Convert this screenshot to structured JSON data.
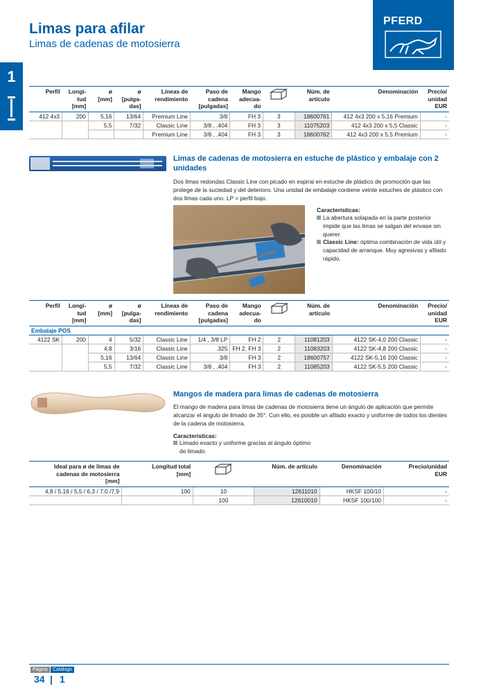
{
  "header": {
    "title": "Limas para afilar",
    "subtitle": "Limas de cadenas de motosierra",
    "logo_text": "PFERD"
  },
  "side_tab": {
    "number": "1"
  },
  "table1": {
    "headers": [
      "Perfil",
      "Longi-\ntud\n[mm]",
      "ø\n[mm]",
      "ø\n[pulga-\ndas]",
      "Líneas de\nrendimiento",
      "Paso de\ncadena\n[pulgadas]",
      "Mango\nadecua-\ndo",
      "",
      "Núm. de\nartículo",
      "Denominación",
      "Precio/\nunidad\nEUR"
    ],
    "rows": [
      [
        "412 4x3",
        "200",
        "5,16",
        "13/64",
        "Premium Line",
        "3/8",
        "FH 3",
        "3",
        "18600761",
        "412 4x3 200 x 5,16 Premium",
        "-"
      ],
      [
        "",
        "",
        "5,5",
        "7/32",
        "Classic Line",
        "3/8 , .404",
        "FH 3",
        "3",
        "11075203",
        "412 4x3 200 x 5,5 Classic",
        "-"
      ],
      [
        "",
        "",
        "",
        "",
        "Premium Line",
        "3/8 , .404",
        "FH 3",
        "3",
        "18600762",
        "412 4x3 200 x 5,5 Premium",
        "-"
      ]
    ]
  },
  "section1": {
    "title": "Limas de cadenas de motosierra en estuche de plástico y embalaje con 2 unidades",
    "body": "Dos limas redondas Classic Line con picado en espiral en estuche de plástico de promoción que las protege de la suciedad y del deterioro. Una unidad de embalaje contiene veinte estuches de plástico con dos limas cada uno. LP = perfil bajo.",
    "features_heading": "Características:",
    "feature1": "La abertura solapada en la parte posterior impide que las limas se salgan del envase sin querer.",
    "feature2_bold": "Classic Line:",
    "feature2": " óptima combinación de vida útil y capacidad de arranque. Muy agresivas y afilado rápido."
  },
  "table2": {
    "headers": [
      "Perfil",
      "Longi-\ntud\n[mm]",
      "ø\n[mm]",
      "ø\n[pulga-\ndas]",
      "Líneas de\nrendimiento",
      "Paso de\ncadena\n[pulgadas]",
      "Mango\nadecua-\ndo",
      "",
      "Núm. de\nartículo",
      "Denominación",
      "Precio/\nunidad\nEUR"
    ],
    "group": "Embalaje POS",
    "rows": [
      [
        "4122 SK",
        "200",
        "4",
        "5/32",
        "Classic Line",
        "1/4 , 3/8 LP",
        "FH 2",
        "2",
        "11081203",
        "4122 SK-4,0 200 Classic",
        "-"
      ],
      [
        "",
        "",
        "4,8",
        "3/16",
        "Classic Line",
        ".325",
        "FH 2, FH 3",
        "2",
        "11083203",
        "4122 SK-4,8 200 Classic",
        "-"
      ],
      [
        "",
        "",
        "5,16",
        "13/64",
        "Classic Line",
        "3/8",
        "FH 3",
        "2",
        "18600757",
        "4122 SK-5,16 200 Classic",
        "-"
      ],
      [
        "",
        "",
        "5,5",
        "7/32",
        "Classic Line",
        "3/8 , .404",
        "FH 3",
        "2",
        "11085203",
        "4122 SK-5,5 200 Classic",
        "-"
      ]
    ]
  },
  "section2": {
    "title": "Mangos de madera para limas de cadenas de motosierra",
    "body": "El mango de madera para limas de cadenas de motosierra tiene un ángulo de aplicación que permite alcanzar el ángulo de limado de 35°. Con ello, es posible un afilado exacto y uniforme de todos los dientes de la cadena de motosierra.",
    "features_heading": "Características:",
    "feature1": "Limado exacto y uniforme gracias al ángulo óptimo de limado."
  },
  "table3": {
    "headers": [
      "Ideal para ø de limas de cadenas de motosierra\n[mm]",
      "Longitud total\n[mm]",
      "",
      "Núm. de artículo",
      "Denominación",
      "Precio/unidad\nEUR"
    ],
    "rows": [
      [
        "4,8 / 5,16 / 5,5 / 6,3 / 7,0 /7,9",
        "100",
        "10",
        "12611010",
        "HKSF 100/10",
        "-"
      ],
      [
        "",
        "",
        "100",
        "12610010",
        "HKSF 100/100",
        "-"
      ]
    ]
  },
  "footer": {
    "pagina_label": "Página",
    "catalogo_label": "Catálogo",
    "page_number": "34",
    "catalog_number": "1"
  }
}
